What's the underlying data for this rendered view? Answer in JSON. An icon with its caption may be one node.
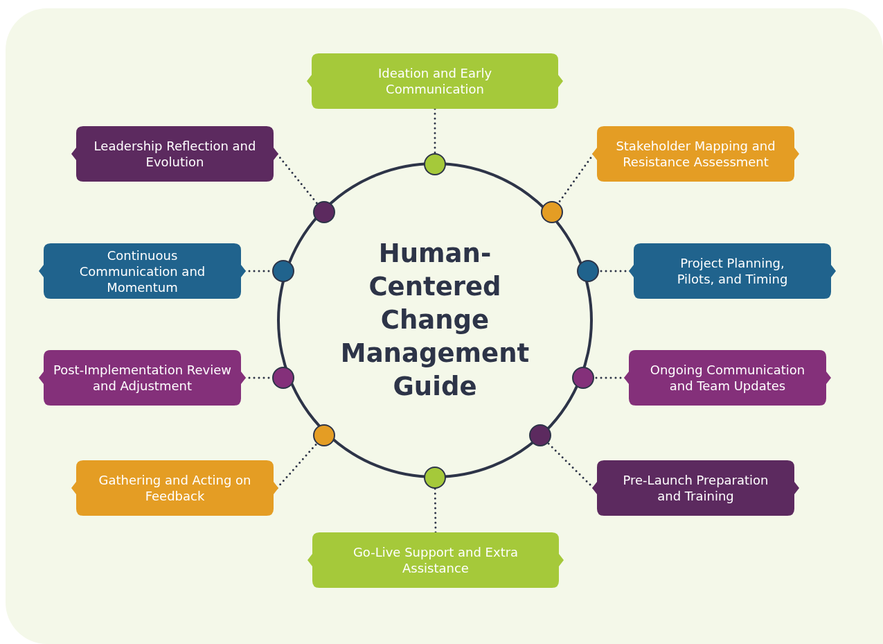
{
  "diagram": {
    "title": "Human-Centered Change Management Guide",
    "nodes": [
      {
        "text": [
          "Ideation and Early Communication"
        ]
      },
      {
        "text": [
          "Leadership Reflection and Evolution"
        ]
      },
      {
        "text": [
          "Stakeholder Mapping and Resistance Assessment"
        ]
      },
      {
        "text": [
          "Continuous Communication and Momentum"
        ]
      },
      {
        "text": [
          "Project Planning, Pilots, and Timing"
        ]
      },
      {
        "text": [
          "Post-Implementation Review and Adjustment"
        ]
      },
      {
        "text": [
          "Ongoing Communication and Team Updates"
        ]
      },
      {
        "text": [
          "Gathering and Acting on Feedback"
        ]
      },
      {
        "text": [
          "Pre-Launch Preparation and Training"
        ]
      },
      {
        "text": [
          "Go-Live Support and Extra Assistance"
        ]
      },
      {
        "text": [],
        "shape": "circle"
      },
      {
        "text": [],
        "shape": "circle"
      },
      {
        "text": [],
        "shape": "circle"
      },
      {
        "text": [],
        "shape": "circle"
      },
      {
        "text": [],
        "shape": "circle"
      },
      {
        "text": [],
        "shape": "circle"
      },
      {
        "text": [],
        "shape": "circle"
      },
      {
        "text": [],
        "shape": "circle"
      },
      {
        "text": [],
        "shape": "circle"
      },
      {
        "text": [],
        "shape": "circle"
      }
    ],
    "edges": [
      {
        "from": 0,
        "to": 10,
        "arrow": "none",
        "style": "dashed"
      },
      {
        "from": 1,
        "to": 11,
        "arrow": "none",
        "style": "dashed"
      },
      {
        "from": 2,
        "to": 12,
        "arrow": "none",
        "style": "dashed"
      },
      {
        "from": 3,
        "to": 13,
        "arrow": "none",
        "style": "dashed"
      },
      {
        "from": 4,
        "to": 14,
        "arrow": "none",
        "style": "dashed"
      },
      {
        "from": 5,
        "to": 15,
        "arrow": "none",
        "style": "dashed"
      },
      {
        "from": 6,
        "to": 16,
        "arrow": "none",
        "style": "dashed"
      },
      {
        "from": 7,
        "to": 17,
        "arrow": "none",
        "style": "dashed"
      },
      {
        "from": 8,
        "to": 18,
        "arrow": "none",
        "style": "dashed"
      },
      {
        "from": 9,
        "to": 19,
        "arrow": "none",
        "style": "dashed"
      }
    ]
  }
}
